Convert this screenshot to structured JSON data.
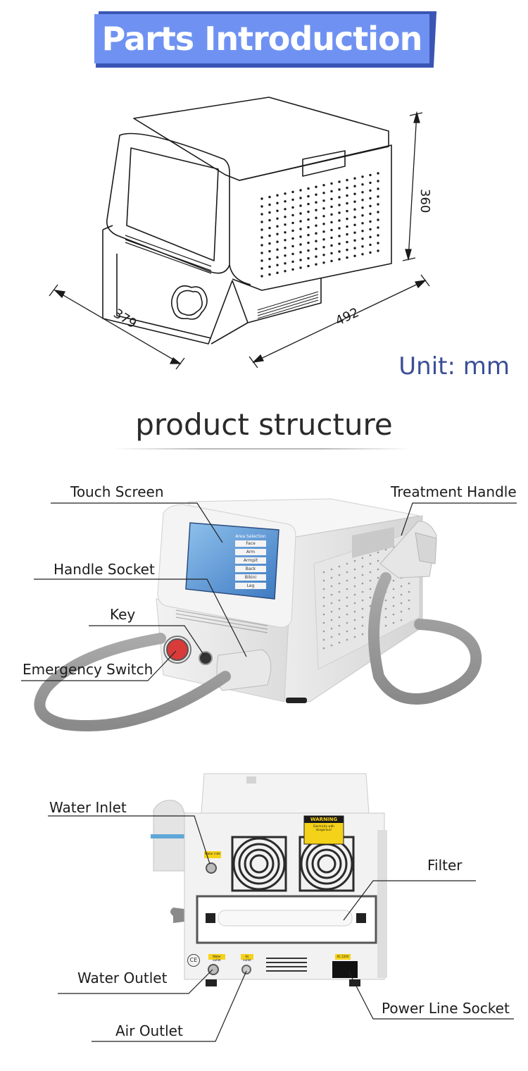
{
  "banner": {
    "title": "Parts Introduction"
  },
  "dimensions": {
    "height": "360",
    "depth": "379",
    "width": "492",
    "unit_label": "Unit: mm"
  },
  "section": {
    "title": "product structure"
  },
  "front_labels": {
    "touch_screen": "Touch Screen",
    "treatment_handle": "Treatment Handle",
    "handle_socket": "Handle Socket",
    "key": "Key",
    "emergency_switch": "Emergency Switch"
  },
  "screen_ui": {
    "heading": "Area Selection",
    "items": [
      "Face",
      "Arm",
      "Armpit",
      "Back",
      "Bikini",
      "Leg"
    ]
  },
  "back_labels": {
    "water_inlet": "Water Inlet",
    "filter": "Filter",
    "water_outlet": "Water Outlet",
    "air_outlet": "Air Outlet",
    "power_line_socket": "Power Line Socket"
  },
  "back_panel": {
    "warning_title": "WARNING",
    "warning_sub": "Electricity with dangerous!",
    "water_inlet_tag": "Water inlet",
    "water_outlet_tag": "Water outlet",
    "air_outlet_tag": "Air outlet",
    "power_tag": "AC 220V",
    "ce_mark": "CE"
  }
}
